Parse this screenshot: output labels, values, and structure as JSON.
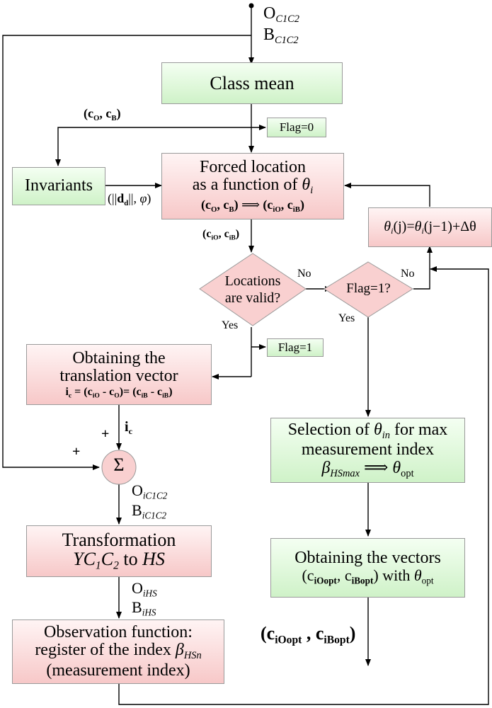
{
  "inputs": {
    "o": "O",
    "o_sub": "C1C2",
    "b": "B",
    "b_sub": "C1C2"
  },
  "class_mean": "Class mean",
  "flag0": "Flag=0",
  "flag1a": "Flag=1",
  "cb_top": {
    "open": "(",
    "c1": "c",
    "s1": "O",
    "sep": ", ",
    "c2": "c",
    "s2": "B",
    "close": ")"
  },
  "invariants": "Invariants",
  "inv_out": {
    "open": "(||",
    "d": "d",
    "dsub": "d",
    "mid": "||, ",
    "phi": "φ",
    "close": ")"
  },
  "forced": {
    "line1": "Forced location",
    "line2": "as a function of ",
    "theta": "θ",
    "theta_sub": "i",
    "eq_left": "(c",
    "eq_left_s1": "O",
    "eq_left_mid": ", c",
    "eq_left_s2": "B",
    "eq_left_close": ")",
    "arrow": "⟹",
    "eq_right": "(c",
    "eq_right_s1": "iO",
    "eq_right_mid": ", c",
    "eq_right_s2": "iB",
    "eq_right_close": ")"
  },
  "cib_label": {
    "open": "(c",
    "s1": "iO",
    "sep": ", c",
    "s2": "iB",
    "close": ")"
  },
  "theta_update": {
    "a": "θ",
    "as": "i",
    "b": "(j)=",
    "c": "θ",
    "cs": "i",
    "d": "(j−1)+Δθ"
  },
  "valid": {
    "line1": "Locations",
    "line2": "are valid?"
  },
  "flag_check": "Flag=1?",
  "no1": "No",
  "no2": "No",
  "yes1": "Yes",
  "yes2": "Yes",
  "translation": {
    "line1": "Obtaining the",
    "line2": "translation vector",
    "eq": "i",
    "eq_sub": "c",
    "eq_rest1": " = (c",
    "eq_s1": "iO",
    "eq_rest2": " - c",
    "eq_s2": "O",
    "eq_rest3": ")= (c",
    "eq_s3": "iB",
    "eq_rest4": " - c",
    "eq_s4": "iB",
    "eq_rest5": ")"
  },
  "ic_label": {
    "i": "i",
    "sub": "c"
  },
  "plus1": "+",
  "plus2": "+",
  "sigma": "Σ",
  "sum_out": {
    "o": "O",
    "o_sub": "iC1C2",
    "b": "B",
    "b_sub": "iC1C2"
  },
  "transformation": {
    "line1": "Transformation",
    "y": "YC",
    "s1": "1",
    "c": "C",
    "s2": "2",
    "to": " to ",
    "hs": "HS"
  },
  "hs_out": {
    "o": "O",
    "o_sub": "iHS",
    "b": "B",
    "b_sub": "iHS"
  },
  "observation": {
    "line1": "Observation function:",
    "line2": "register of the index ",
    "beta": "β",
    "beta_sub": "HSn",
    "line3": "(measurement index)"
  },
  "selection": {
    "line1a": "Selection of ",
    "theta": "θ",
    "theta_sub": "in",
    "line1b": " for max",
    "line2": "measurement index",
    "beta": "β",
    "beta_sub": "HSmax",
    "arrow": " ⟹ ",
    "theta2": "θ",
    "opt": "opt"
  },
  "vectors": {
    "line1": "Obtaining the vectors",
    "open": "(c",
    "s1": "iOopt",
    "sep": ", c",
    "s2": "iBopt",
    "close": ") with ",
    "theta": "θ",
    "opt": "opt"
  },
  "final": {
    "open": "(c",
    "s1": "iOopt",
    "sep": " , c",
    "s2": "iBopt",
    "close": ")"
  }
}
